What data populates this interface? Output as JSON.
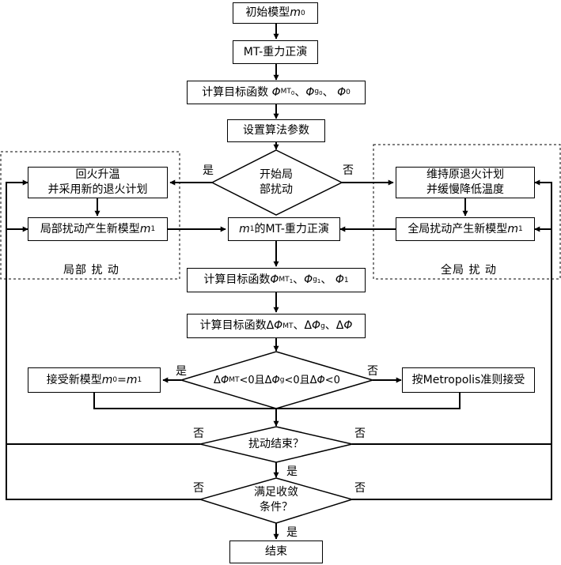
{
  "nodes": {
    "init": "初始模型",
    "mt_gravity_inversion": "MT-重力正演",
    "calc_objective_1": "计算目标函数",
    "set_params": "设置算法参数",
    "start_local_1": "开始局",
    "start_local_2": "部扰动",
    "anneal_1": "回火升温",
    "anneal_2": "并采用新的退火计划",
    "local_new_model": "局部扰动产生新模型",
    "m1_forward": "的MT-重力正演",
    "maintain_1": "维持原退火计划",
    "maintain_2": "并缓慢降低温度",
    "global_new_model": "全局扰动产生新模型",
    "calc_objective_2": "计算目标函数",
    "calc_delta": "计算目标函数",
    "accept_new": "接受新模型",
    "metropolis": "按Metropolis准则接受",
    "perturb_end": "扰动结束？",
    "conv_1": "满足收敛",
    "conv_2": "条件？",
    "end": "结束"
  },
  "groups": {
    "local": "局部 扰 动",
    "global": "全局 扰 动"
  },
  "edge_labels": {
    "yes": "是",
    "no": "否"
  }
}
